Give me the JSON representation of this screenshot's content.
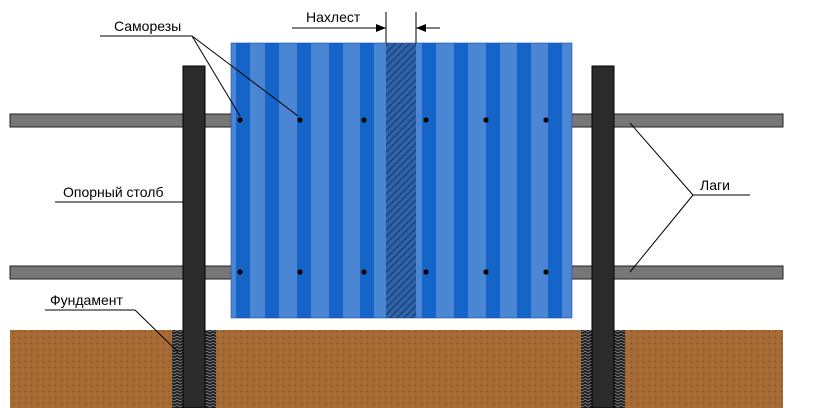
{
  "labels": {
    "screws": "Саморезы",
    "overlap": "Нахлест",
    "support_post": "Опорный столб",
    "foundation": "Фундамент",
    "rails": "Лаги"
  },
  "colors": {
    "sheet_dark": "#1565c8",
    "sheet_light": "#4a86d4",
    "soil": "#a56a33",
    "post": "#2b2b2b",
    "rail": "#777777"
  }
}
